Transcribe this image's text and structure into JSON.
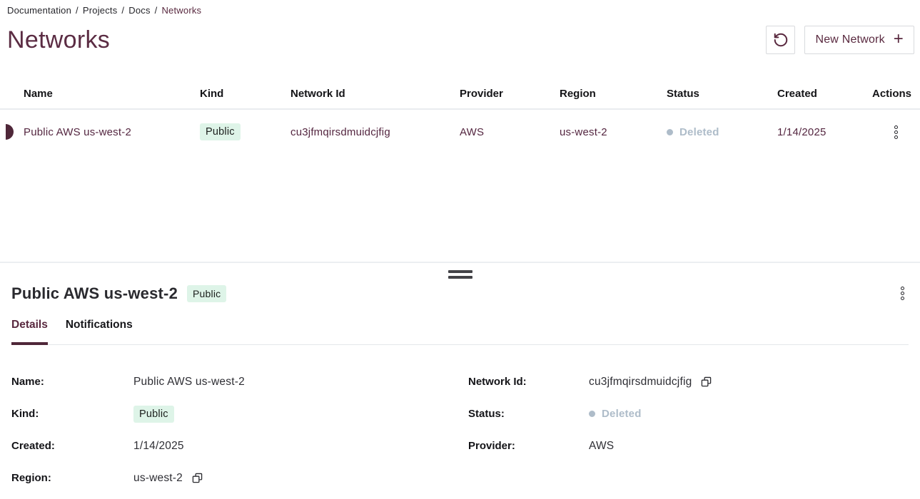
{
  "breadcrumb": {
    "separator": "/",
    "items": [
      {
        "label": "Documentation"
      },
      {
        "label": "Projects"
      },
      {
        "label": "Docs"
      },
      {
        "label": "Networks"
      }
    ]
  },
  "header": {
    "title": "Networks",
    "new_button_label": "New Network",
    "new_button_icon": "+"
  },
  "icons": {
    "refresh": "rotate-ccw-arrow",
    "plus": "+",
    "kebab": "three-vertical-hollow-dots",
    "copy": "overlapping-squares",
    "drag_handle": "double-horizontal-bars"
  },
  "table": {
    "columns": {
      "name": "Name",
      "kind": "Kind",
      "network_id": "Network Id",
      "provider": "Provider",
      "region": "Region",
      "status": "Status",
      "created": "Created",
      "actions": "Actions"
    },
    "rows": [
      {
        "name": "Public AWS us-west-2",
        "kind": "Public",
        "network_id": "cu3jfmqirsdmuidcjfig",
        "provider": "AWS",
        "region": "us-west-2",
        "status": "Deleted",
        "created": "1/14/2025",
        "selected": true
      }
    ]
  },
  "drawer": {
    "title": "Public AWS us-west-2",
    "badge": "Public",
    "tabs": [
      {
        "label": "Details",
        "active": true
      },
      {
        "label": "Notifications",
        "active": false
      }
    ],
    "details": {
      "left": [
        {
          "label": "Name:",
          "value": "Public AWS us-west-2"
        },
        {
          "label": "Kind:",
          "value": "Public"
        },
        {
          "label": "Created:",
          "value": "1/14/2025"
        },
        {
          "label": "Region:",
          "value": "us-west-2"
        }
      ],
      "right": [
        {
          "label": "Network Id:",
          "value": "cu3jfmqirsdmuidcjfig"
        },
        {
          "label": "Status:",
          "value": "Deleted"
        },
        {
          "label": "Provider:",
          "value": "AWS"
        }
      ]
    }
  },
  "colors": {
    "accent": "#59293f",
    "accent_dark": "#4f2739",
    "badge_bg": "#def4e8",
    "status_muted": "#aebcc9",
    "border_light": "#e9ecef",
    "button_border": "#d8dadd",
    "text_dark": "#141417"
  }
}
